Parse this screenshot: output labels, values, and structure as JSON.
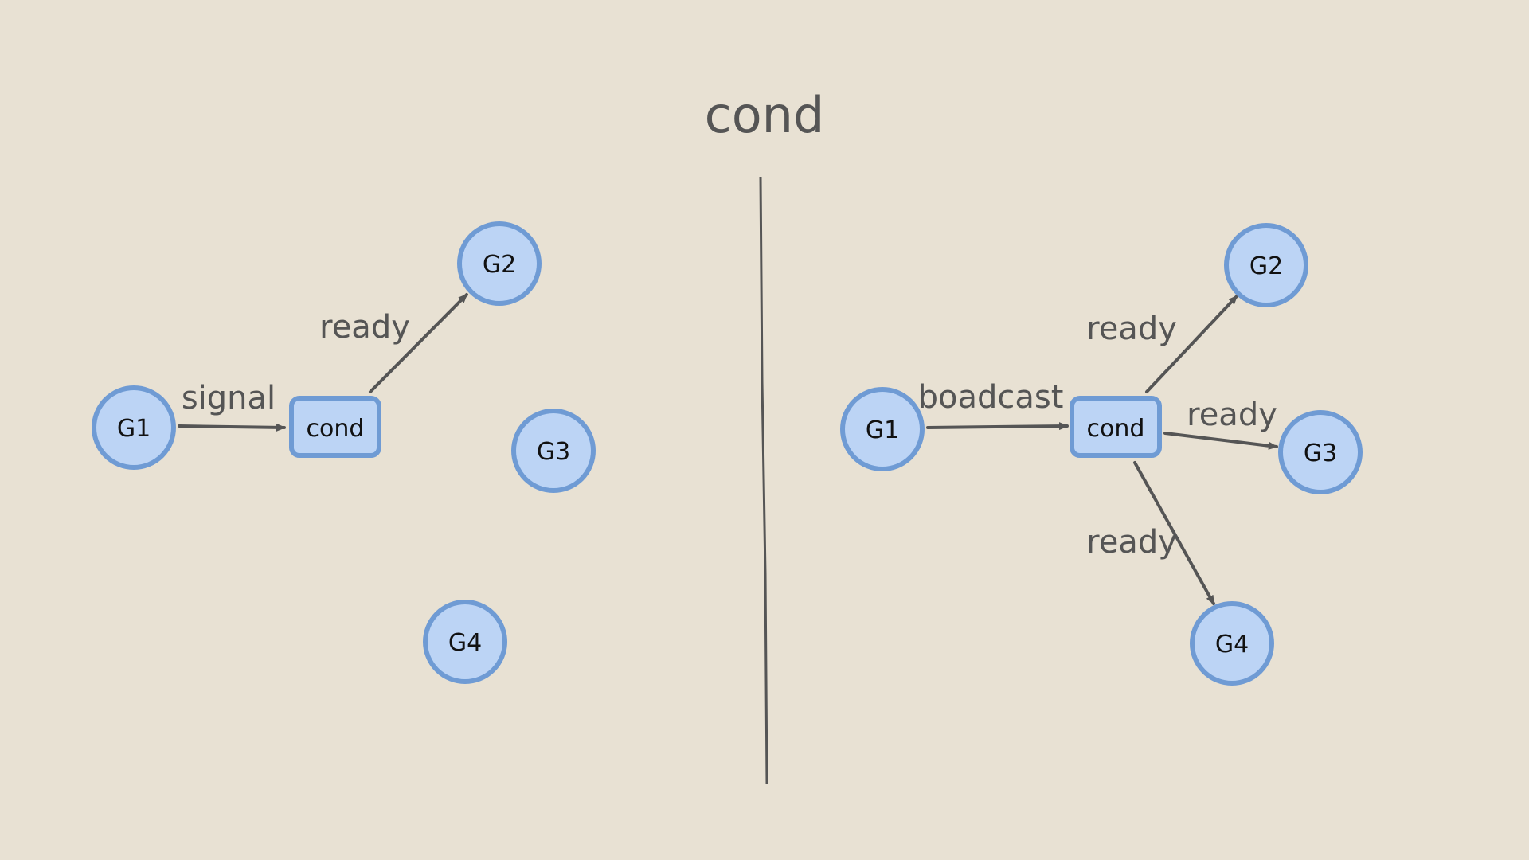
{
  "title": "cond",
  "left": {
    "nodes": {
      "g1": "G1",
      "cond": "cond",
      "g2": "G2",
      "g3": "G3",
      "g4": "G4"
    },
    "edges": {
      "g1_to_cond": "signal",
      "cond_to_g2": "ready"
    }
  },
  "right": {
    "nodes": {
      "g1": "G1",
      "cond": "cond",
      "g2": "G2",
      "g3": "G3",
      "g4": "G4"
    },
    "edges": {
      "g1_to_cond": "boadcast",
      "cond_to_g2": "ready",
      "cond_to_g3": "ready",
      "cond_to_g4": "ready"
    }
  },
  "colors": {
    "background": "#e8e1d3",
    "node_fill": "#bcd4f5",
    "node_stroke": "#6f9bd4",
    "edge": "#555555"
  }
}
